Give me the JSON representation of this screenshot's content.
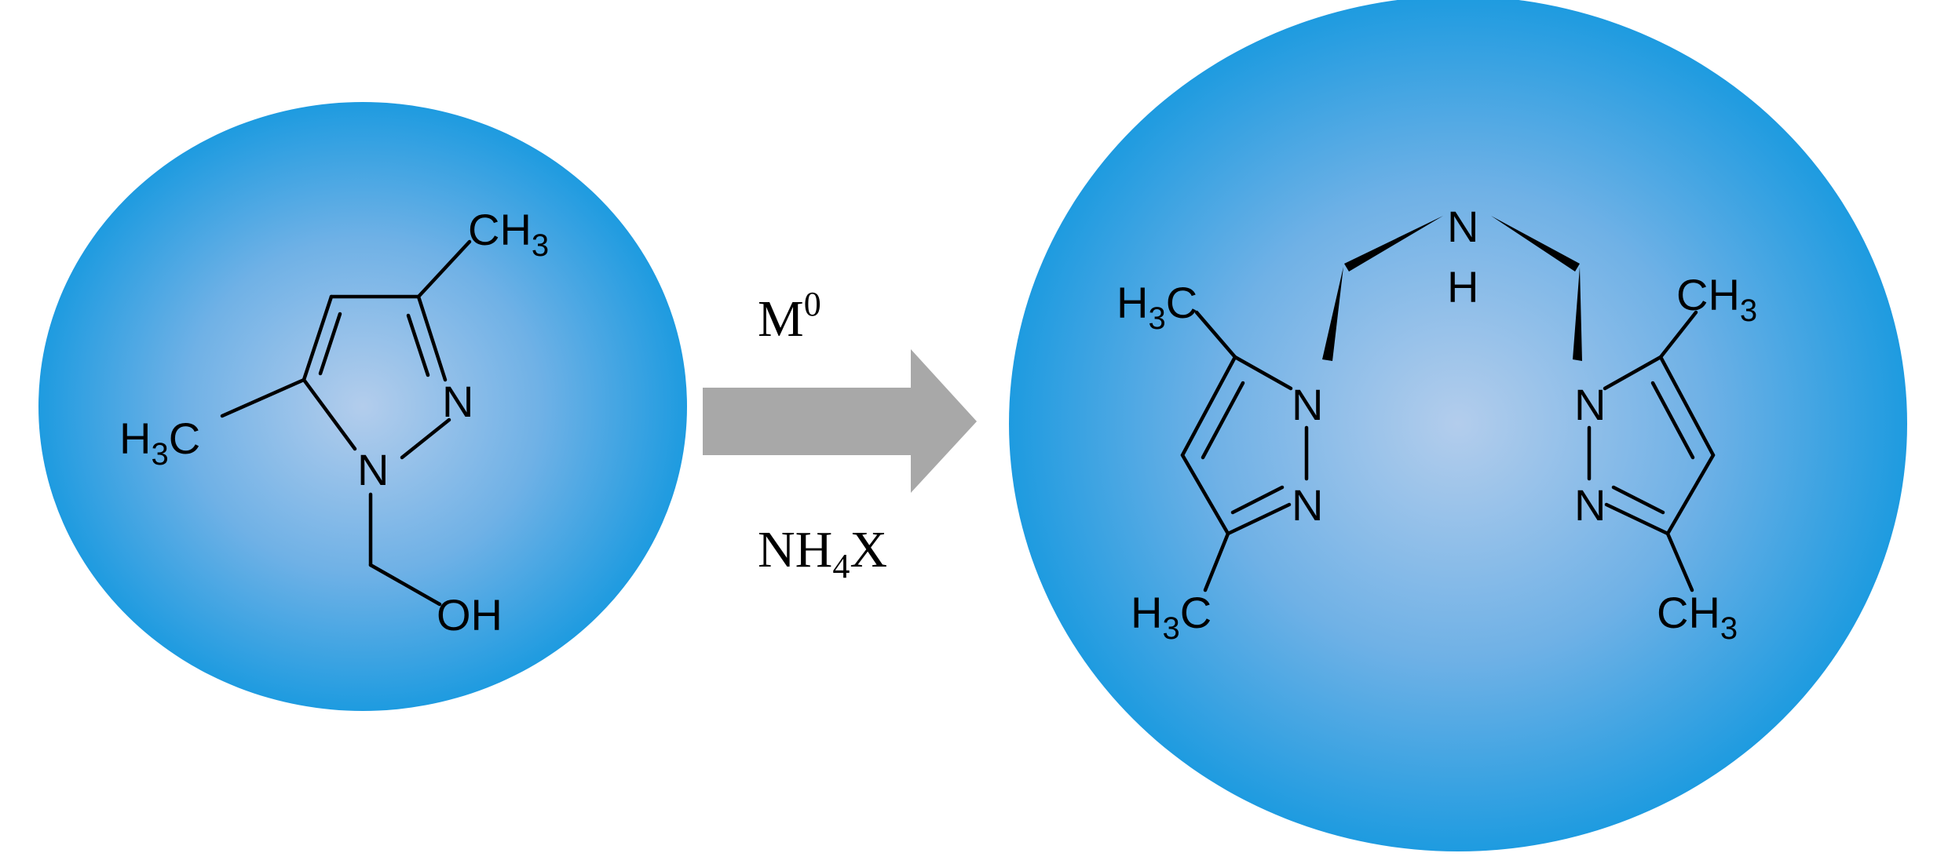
{
  "colors": {
    "sphere_center": "#b3cdec",
    "sphere_edge": "#1e9be0",
    "arrow": "#a8a8a8",
    "bonds": "#000000"
  },
  "reagents": {
    "top_main": "M",
    "top_sup": "0",
    "bottom_main_1": "NH",
    "bottom_sub": "4",
    "bottom_main_2": "X"
  },
  "reactant": {
    "ch3_top": "CH",
    "ch3_top_sub": "3",
    "n2": "N",
    "n1": "N",
    "h3c_left": "H",
    "h3c_left_sub": "3",
    "h3c_left_c": "C",
    "oh": "OH"
  },
  "product": {
    "nh_n": "N",
    "nh_h": "H",
    "left": {
      "h3c_top_h": "H",
      "h3c_top_sub": "3",
      "h3c_top_c": "C",
      "n1": "N",
      "n2": "N",
      "h3c_bottom_h": "H",
      "h3c_bottom_sub": "3",
      "h3c_bottom_c": "C"
    },
    "right": {
      "ch3_top": "CH",
      "ch3_top_sub": "3",
      "n1": "N",
      "n2": "N",
      "ch3_bottom": "CH",
      "ch3_bottom_sub": "3"
    }
  }
}
